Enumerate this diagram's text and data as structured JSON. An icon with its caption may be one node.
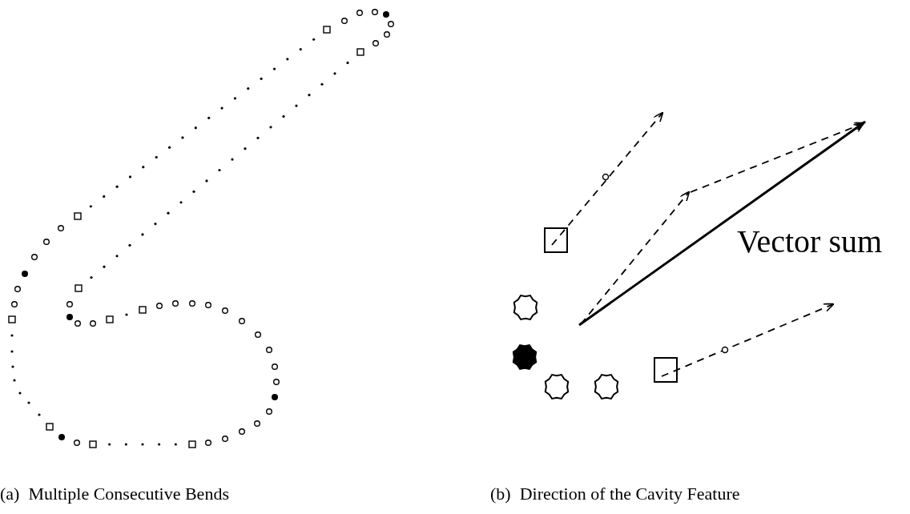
{
  "diagram": {
    "labels": [
      "Vector sum",
      "(a)  Multiple Consecutive Bends",
      "(b)  Direction of the Cavity Feature"
    ]
  }
}
